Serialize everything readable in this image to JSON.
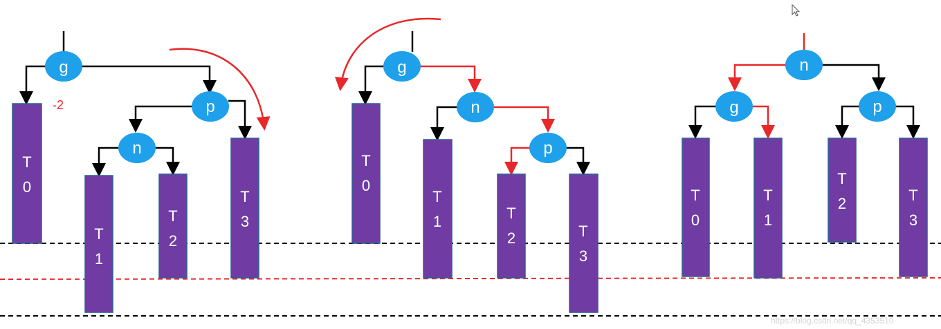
{
  "colors": {
    "node_fill": "#1ea0ea",
    "subtree_fill": "#703ca4",
    "subtree_stroke": "#2d5f92",
    "edge_black": "#000000",
    "edge_red": "#e8272a",
    "label_white": "#ffffff",
    "watermark": "#d4d4d4"
  },
  "node_labels": {
    "g": "g",
    "p": "p",
    "n": "n"
  },
  "subtree_labels": {
    "T0": [
      "T",
      "0"
    ],
    "T1": [
      "T",
      "1"
    ],
    "T2": [
      "T",
      "2"
    ],
    "T3": [
      "T",
      "3"
    ]
  },
  "balance_note": "-2",
  "watermark_text": "https://blog.csdn.net/qq_4353510",
  "icons": [
    "mouse-cursor-icon"
  ]
}
